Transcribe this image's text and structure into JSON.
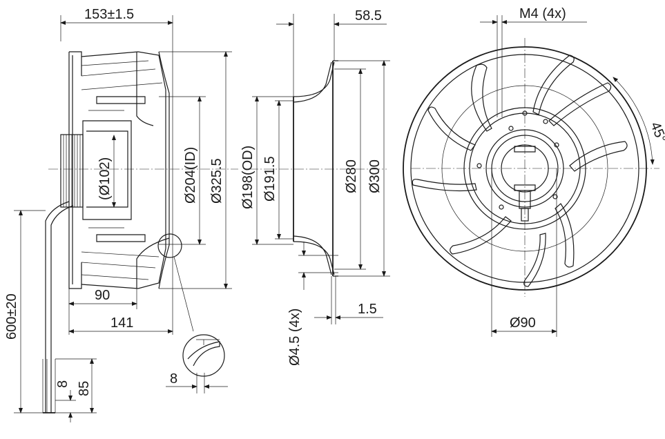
{
  "dimensions": {
    "side_width": "153±1.5",
    "hub_dia": "(Ø102)",
    "inlet_id": "Ø204(ID)",
    "outer_dia": "Ø325.5",
    "cable_length": "600±20",
    "depth_90": "90",
    "depth_141": "141",
    "detail_8": "8",
    "strip_8": "8",
    "strip_85": "85",
    "ring_depth": "58.5",
    "ring_od": "Ø198(OD)",
    "ring_191": "Ø191.5",
    "ring_280": "Ø280",
    "ring_300": "Ø300",
    "holes": "Ø4.5 (4x)",
    "flange_thk": "1.5",
    "threads": "M4 (4x)",
    "angle": "45°",
    "bolt_circle": "Ø90"
  }
}
